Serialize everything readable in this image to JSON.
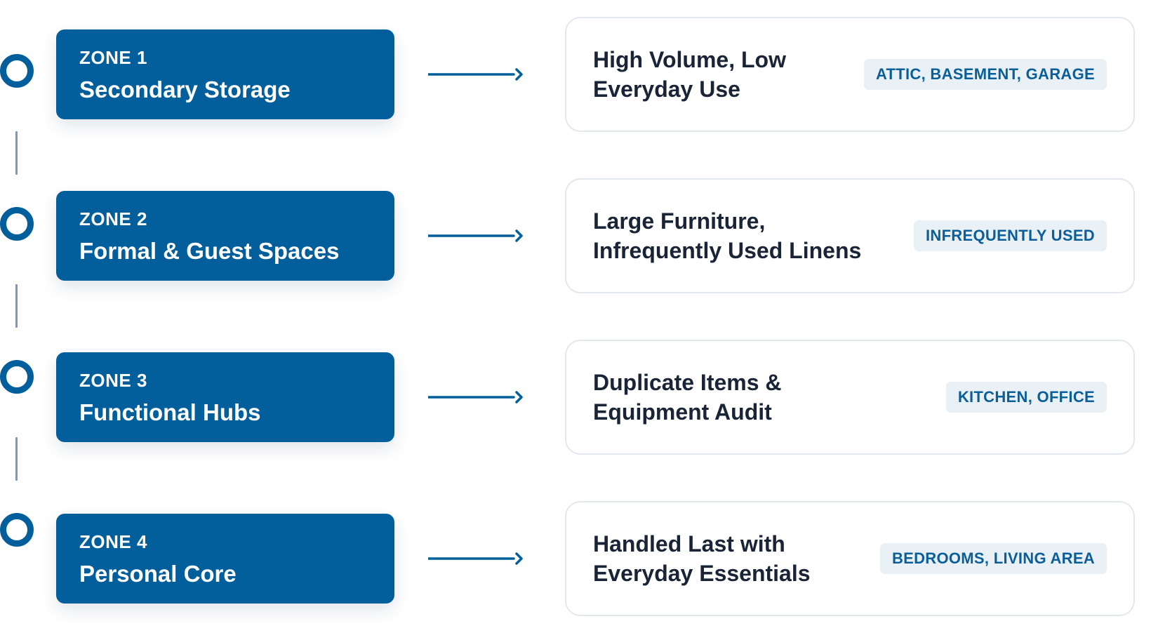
{
  "zones": [
    {
      "label": "ZONE 1",
      "title": "Secondary Storage",
      "detail_line1": "High Volume, Low",
      "detail_line2": "Everyday Use",
      "tag": "ATTIC, BASEMENT, GARAGE"
    },
    {
      "label": "ZONE 2",
      "title": "Formal & Guest Spaces",
      "detail_line1": "Large Furniture,",
      "detail_line2": "Infrequently Used Linens",
      "tag": "INFREQUENTLY USED"
    },
    {
      "label": "ZONE 3",
      "title": "Functional Hubs",
      "detail_line1": "Duplicate Items &",
      "detail_line2": "Equipment Audit",
      "tag": "KITCHEN, OFFICE"
    },
    {
      "label": "ZONE 4",
      "title": "Personal Core",
      "detail_line1": "Handled Last with",
      "detail_line2": "Everyday Essentials",
      "tag": "BEDROOMS, LIVING AREA"
    }
  ],
  "colors": {
    "primary_blue": "#025f9c",
    "tag_background": "#e9f0f6",
    "tag_text": "#0a5e99",
    "detail_text": "#1a2437",
    "card_border": "#e3e7ee",
    "connector": "#8a95a6"
  },
  "icons": {
    "timeline_marker": "ring-dot-icon",
    "flow_arrow": "right-arrow-icon"
  }
}
